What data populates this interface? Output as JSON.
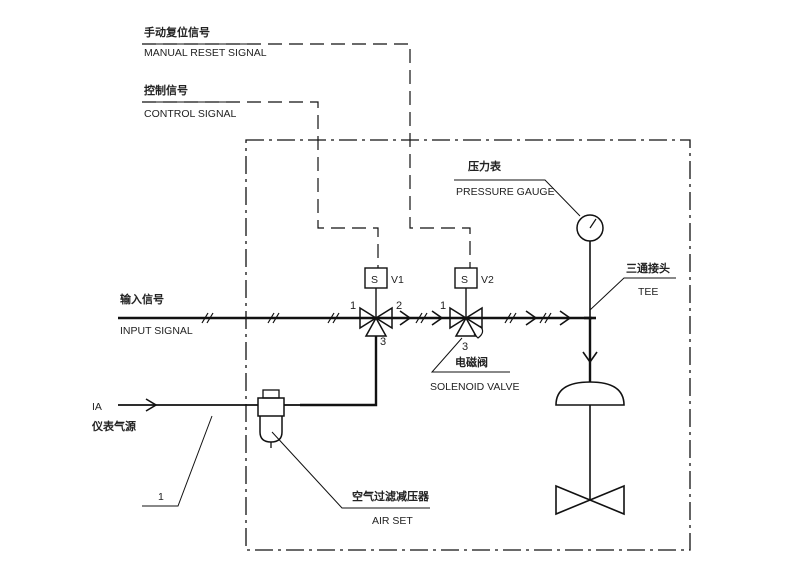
{
  "labels": {
    "manual_reset_cn": "手动复位信号",
    "manual_reset_en": "MANUAL RESET SIGNAL",
    "control_cn": "控制信号",
    "control_en": "CONTROL SIGNAL",
    "pressure_gauge_cn": "压力表",
    "pressure_gauge_en": "PRESSURE GAUGE",
    "tee_cn": "三通接头",
    "tee_en": "TEE",
    "input_cn": "输入信号",
    "input_en": "INPUT SIGNAL",
    "solenoid_cn": "电磁阀",
    "solenoid_en": "SOLENOID VALVE",
    "ia_en": "IA",
    "ia_cn": "仪表气源",
    "airset_cn": "空气过滤减压器",
    "airset_en": "AIR SET",
    "callout_1": "1"
  },
  "valves": {
    "v1": {
      "name": "V1",
      "coil": "S",
      "port1": "1",
      "port2": "2",
      "port3": "3"
    },
    "v2": {
      "name": "V2",
      "coil": "S",
      "port1": "1",
      "port3": "3"
    }
  },
  "colors": {
    "line": "#111111",
    "background": "#ffffff"
  }
}
